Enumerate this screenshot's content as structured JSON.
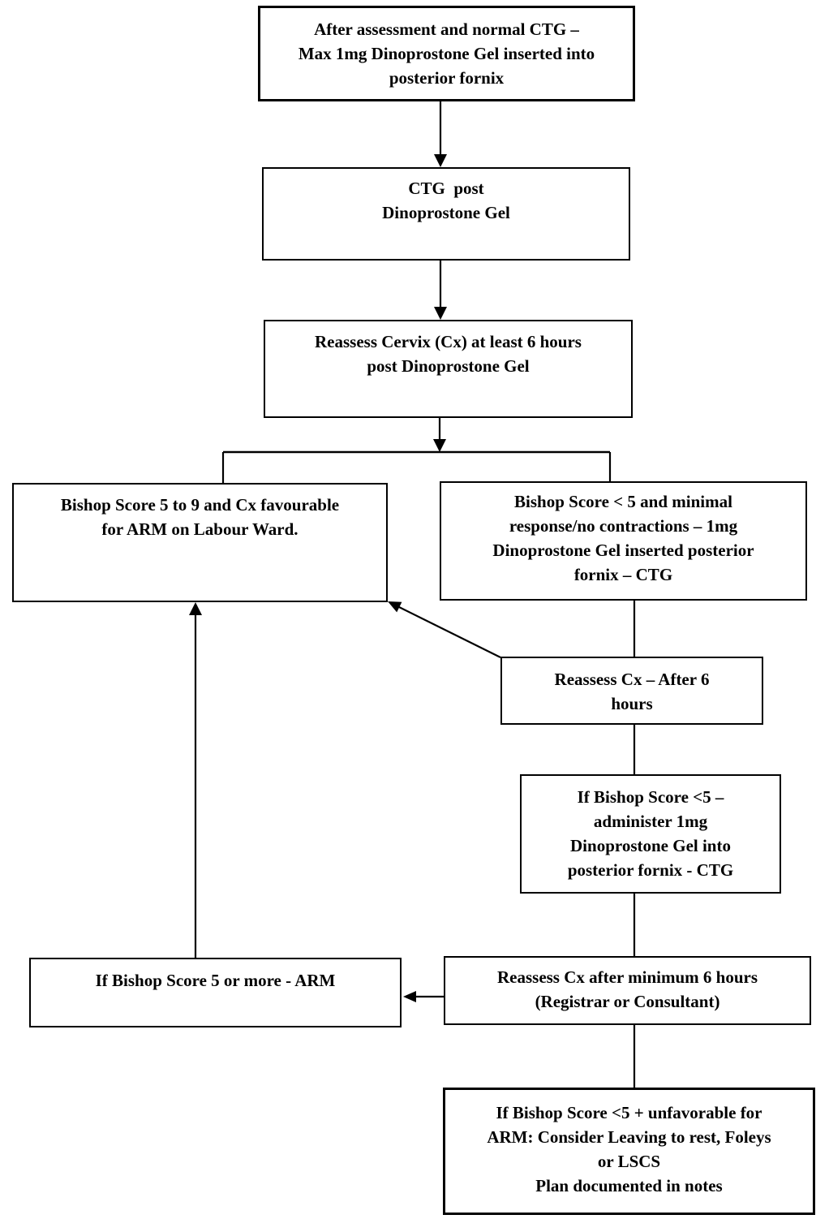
{
  "colors": {
    "background": "#ffffff",
    "box_border": "#000000",
    "text": "#000000"
  },
  "nodes": [
    {
      "id": "start",
      "text": "After assessment and normal CTG –\nMax 1mg Dinoprostone Gel inserted into\nposterior fornix"
    },
    {
      "id": "ctg-post-gel",
      "text": "CTG  post\nDinoprostone Gel"
    },
    {
      "id": "reassess-cervix",
      "text": "Reassess Cervix (Cx) at least 6 hours\npost Dinoprostone Gel"
    },
    {
      "id": "favourable-arm",
      "text": "Bishop Score 5 to 9 and Cx favourable\nfor ARM on Labour Ward."
    },
    {
      "id": "unfavourable-repeat-gel",
      "text": "Bishop Score < 5 and minimal\nresponse/no contractions – 1mg\nDinoprostone Gel inserted posterior\nfornix – CTG"
    },
    {
      "id": "reassess-after-6",
      "text": "Reassess Cx – After 6\nhours"
    },
    {
      "id": "administer-third-gel",
      "text": "If Bishop Score <5 –\nadminister 1mg\nDinoprostone Gel into\nposterior fornix - CTG"
    },
    {
      "id": "bishop-5-or-more-arm",
      "text": "If Bishop Score 5 or more - ARM"
    },
    {
      "id": "reassess-minimum-6",
      "text": "Reassess Cx after minimum 6 hours\n(Registrar or Consultant)"
    },
    {
      "id": "final-plan",
      "text": "If Bishop Score <5 + unfavorable for\nARM: Consider Leaving to rest, Foleys\nor LSCS\nPlan documented in notes"
    }
  ]
}
